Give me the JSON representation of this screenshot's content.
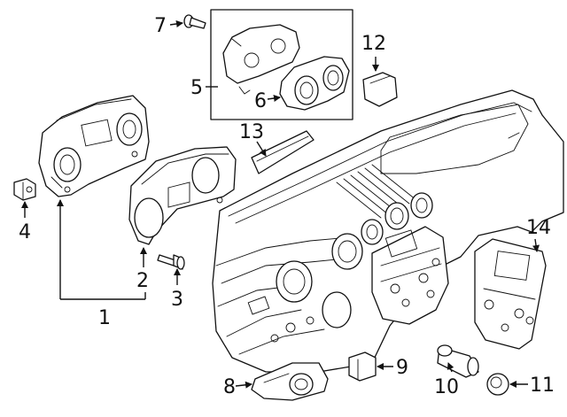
{
  "diagram": {
    "callouts": [
      {
        "id": "c1",
        "text": "1"
      },
      {
        "id": "c2",
        "text": "2"
      },
      {
        "id": "c3",
        "text": "3"
      },
      {
        "id": "c4",
        "text": "4"
      },
      {
        "id": "c5",
        "text": "5"
      },
      {
        "id": "c6",
        "text": "6"
      },
      {
        "id": "c7",
        "text": "7"
      },
      {
        "id": "c8",
        "text": "8"
      },
      {
        "id": "c9",
        "text": "9"
      },
      {
        "id": "c10",
        "text": "10"
      },
      {
        "id": "c11",
        "text": "11"
      },
      {
        "id": "c12",
        "text": "12"
      },
      {
        "id": "c13",
        "text": "13"
      },
      {
        "id": "c14",
        "text": "14"
      }
    ]
  },
  "colors": {
    "line": "#111111",
    "background": "#ffffff"
  }
}
